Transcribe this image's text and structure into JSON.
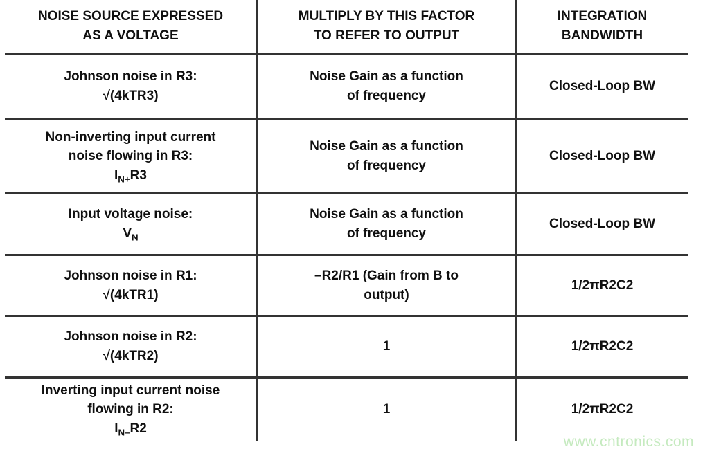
{
  "page": {
    "background": "#ffffff",
    "border_color": "#333333",
    "text_color": "#101010"
  },
  "table": {
    "columns": [
      {
        "header": [
          {
            "t": "NOISE SOURCE EXPRESSED"
          },
          {
            "br": true
          },
          {
            "t": "AS A VOLTAGE"
          }
        ]
      },
      {
        "header": [
          {
            "t": "MULTIPLY BY THIS FACTOR"
          },
          {
            "br": true
          },
          {
            "t": "TO REFER TO OUTPUT"
          }
        ]
      },
      {
        "header": [
          {
            "t": "INTEGRATION"
          },
          {
            "br": true
          },
          {
            "t": "BANDWIDTH"
          }
        ]
      }
    ],
    "rows": [
      {
        "source": [
          {
            "t": "Johnson noise in R3:"
          },
          {
            "br": true
          },
          {
            "t": "√(4kTR3)"
          }
        ],
        "factor": [
          {
            "t": "Noise Gain as a function"
          },
          {
            "br": true
          },
          {
            "t": "of frequency"
          }
        ],
        "bandwidth": [
          {
            "t": "Closed-Loop BW"
          }
        ]
      },
      {
        "source": [
          {
            "t": "Non-inverting input current"
          },
          {
            "br": true
          },
          {
            "t": "noise flowing in R3:"
          },
          {
            "br": true
          },
          {
            "t": "I"
          },
          {
            "t": "N+",
            "sub": true
          },
          {
            "t": "R3"
          }
        ],
        "factor": [
          {
            "t": "Noise Gain as a function"
          },
          {
            "br": true
          },
          {
            "t": "of frequency"
          }
        ],
        "bandwidth": [
          {
            "t": "Closed-Loop BW"
          }
        ]
      },
      {
        "source": [
          {
            "t": "Input voltage noise:"
          },
          {
            "br": true
          },
          {
            "t": "V"
          },
          {
            "t": "N",
            "sub": true
          }
        ],
        "factor": [
          {
            "t": "Noise Gain as a function"
          },
          {
            "br": true
          },
          {
            "t": "of frequency"
          }
        ],
        "bandwidth": [
          {
            "t": "Closed-Loop BW"
          }
        ]
      },
      {
        "source": [
          {
            "t": "Johnson noise in R1:"
          },
          {
            "br": true
          },
          {
            "t": "√(4kTR1)"
          }
        ],
        "factor": [
          {
            "t": "–R2/R1 (Gain from B to"
          },
          {
            "br": true
          },
          {
            "t": "output)"
          }
        ],
        "bandwidth": [
          {
            "t": "1/2πR2C2"
          }
        ]
      },
      {
        "source": [
          {
            "t": "Johnson noise in R2:"
          },
          {
            "br": true
          },
          {
            "t": "√(4kTR2)"
          }
        ],
        "factor": [
          {
            "t": "1"
          }
        ],
        "bandwidth": [
          {
            "t": "1/2πR2C2"
          }
        ]
      },
      {
        "source": [
          {
            "t": "Inverting input current noise"
          },
          {
            "br": true
          },
          {
            "t": "flowing in R2:"
          },
          {
            "br": true
          },
          {
            "t": "I"
          },
          {
            "t": "N–",
            "sub": true
          },
          {
            "t": "R2"
          }
        ],
        "factor": [
          {
            "t": "1"
          }
        ],
        "bandwidth": [
          {
            "t": "1/2πR2C2"
          }
        ]
      }
    ]
  },
  "watermark": {
    "text": "www.cntronics.com",
    "color": "#c5eabf"
  }
}
